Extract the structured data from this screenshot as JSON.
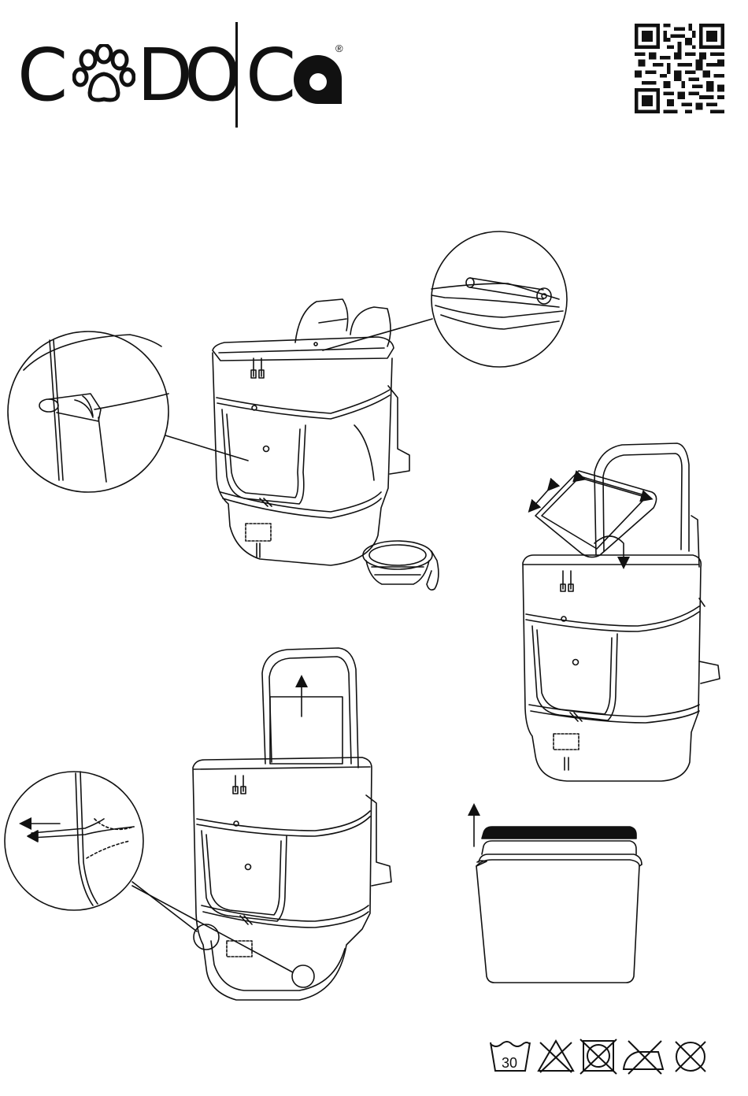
{
  "brand": {
    "logo_text": "CADOCA",
    "registered_mark": "®",
    "letters": [
      "C",
      "D",
      "O",
      "C"
    ]
  },
  "qr_code": {
    "icon": "qr-code-icon"
  },
  "figures": [
    {
      "name": "backpack-overview",
      "description_icon": "pet-backpack-illustration"
    },
    {
      "name": "detail-roll-top",
      "description_icon": "magnifier-circle"
    },
    {
      "name": "detail-side-toggle",
      "description_icon": "magnifier-circle"
    },
    {
      "name": "bowl",
      "description_icon": "collapsible-bowl-illustration"
    },
    {
      "name": "lid-insert",
      "description_icon": "pet-backpack-illustration"
    },
    {
      "name": "insert-removal",
      "description_icon": "pet-backpack-illustration"
    },
    {
      "name": "pad-insert",
      "description_icon": "board-insert-illustration"
    }
  ],
  "care_symbols": {
    "wash_temperature": "30",
    "items": [
      "wash-30-icon",
      "no-bleach-icon",
      "no-tumble-dry-icon",
      "no-iron-icon",
      "no-dry-clean-icon"
    ]
  }
}
